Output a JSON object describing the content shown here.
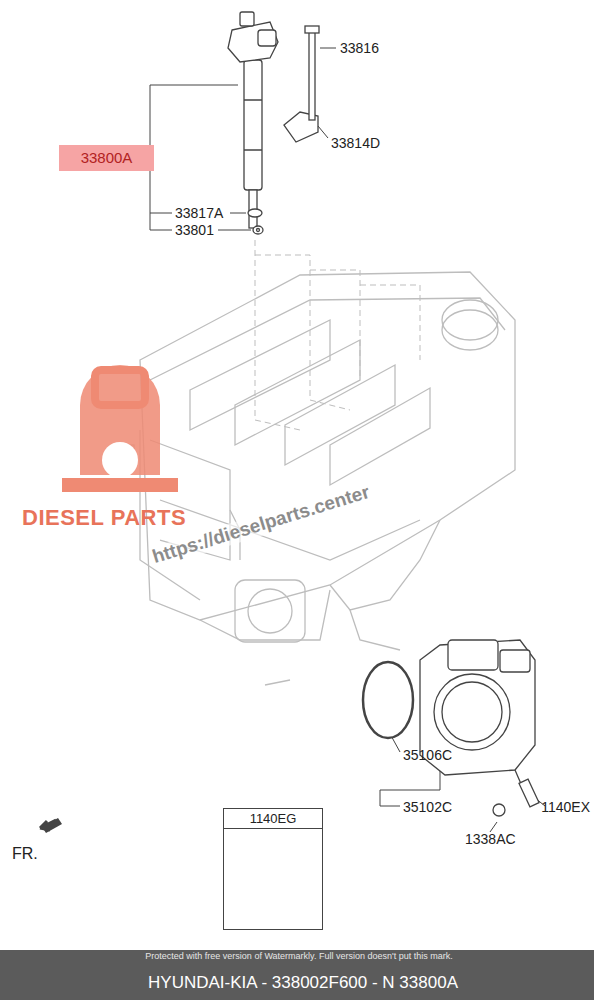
{
  "diagram": {
    "nodes": [
      {
        "text": [
          "33800A"
        ]
      },
      {
        "text": [
          "1140EG"
        ]
      },
      {
        "text": [
          "HYUNDAI-KIA - 338002F600 - N 33800A"
        ]
      }
    ],
    "labels": [
      "33816",
      "33814D",
      "33817A",
      "33801",
      "DIESEL PARTS",
      "https://dieselparts.center",
      "35106C",
      "35102C",
      "1140EX",
      "1338AC",
      "FR.",
      "Protected with free version of Watermarkly. Full version doesn't put this mark."
    ]
  }
}
